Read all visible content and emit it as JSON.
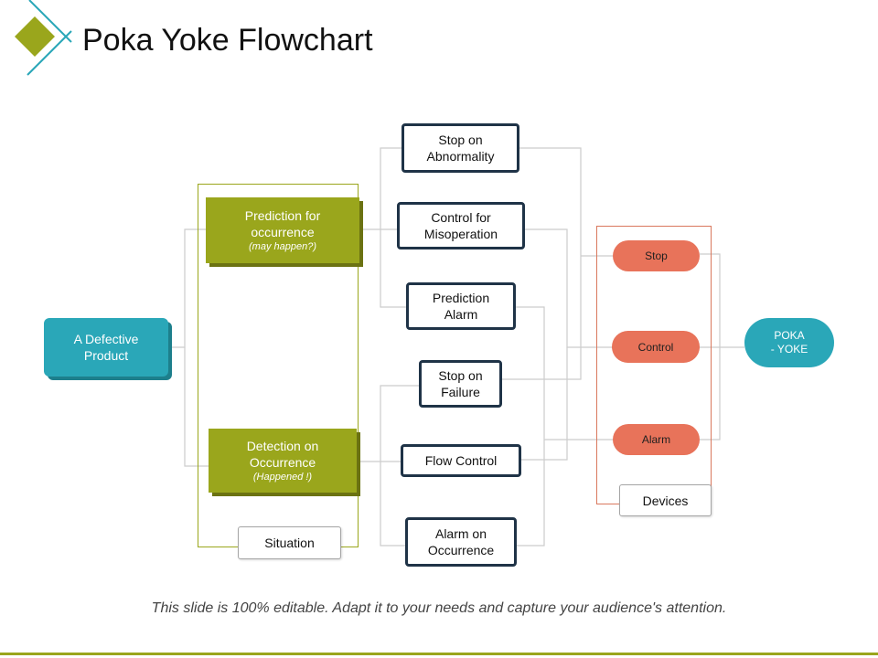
{
  "title": "Poka Yoke Flowchart",
  "footnote": "This slide is 100% editable. Adapt it to your needs and capture your audience's attention.",
  "colors": {
    "olive": "#9aa61c",
    "teal": "#2aa7b8",
    "navy": "#1f3347",
    "orange": "#e8735a"
  },
  "nodes": {
    "defective": "A Defective Product",
    "prediction": {
      "main": "Prediction for occurrence",
      "sub": "(may happen?)"
    },
    "detection": {
      "main": "Detection on Occurrence",
      "sub": "(Happened !)"
    },
    "situation": "Situation",
    "methods": [
      "Stop on Abnormality",
      "Control for Misoperation",
      "Prediction Alarm",
      "Stop on Failure",
      "Flow Control",
      "Alarm on Occurrence"
    ],
    "devices": [
      "Stop",
      "Control",
      "Alarm"
    ],
    "devices_label": "Devices",
    "pokayoke": [
      "POKA",
      "- YOKE"
    ]
  }
}
